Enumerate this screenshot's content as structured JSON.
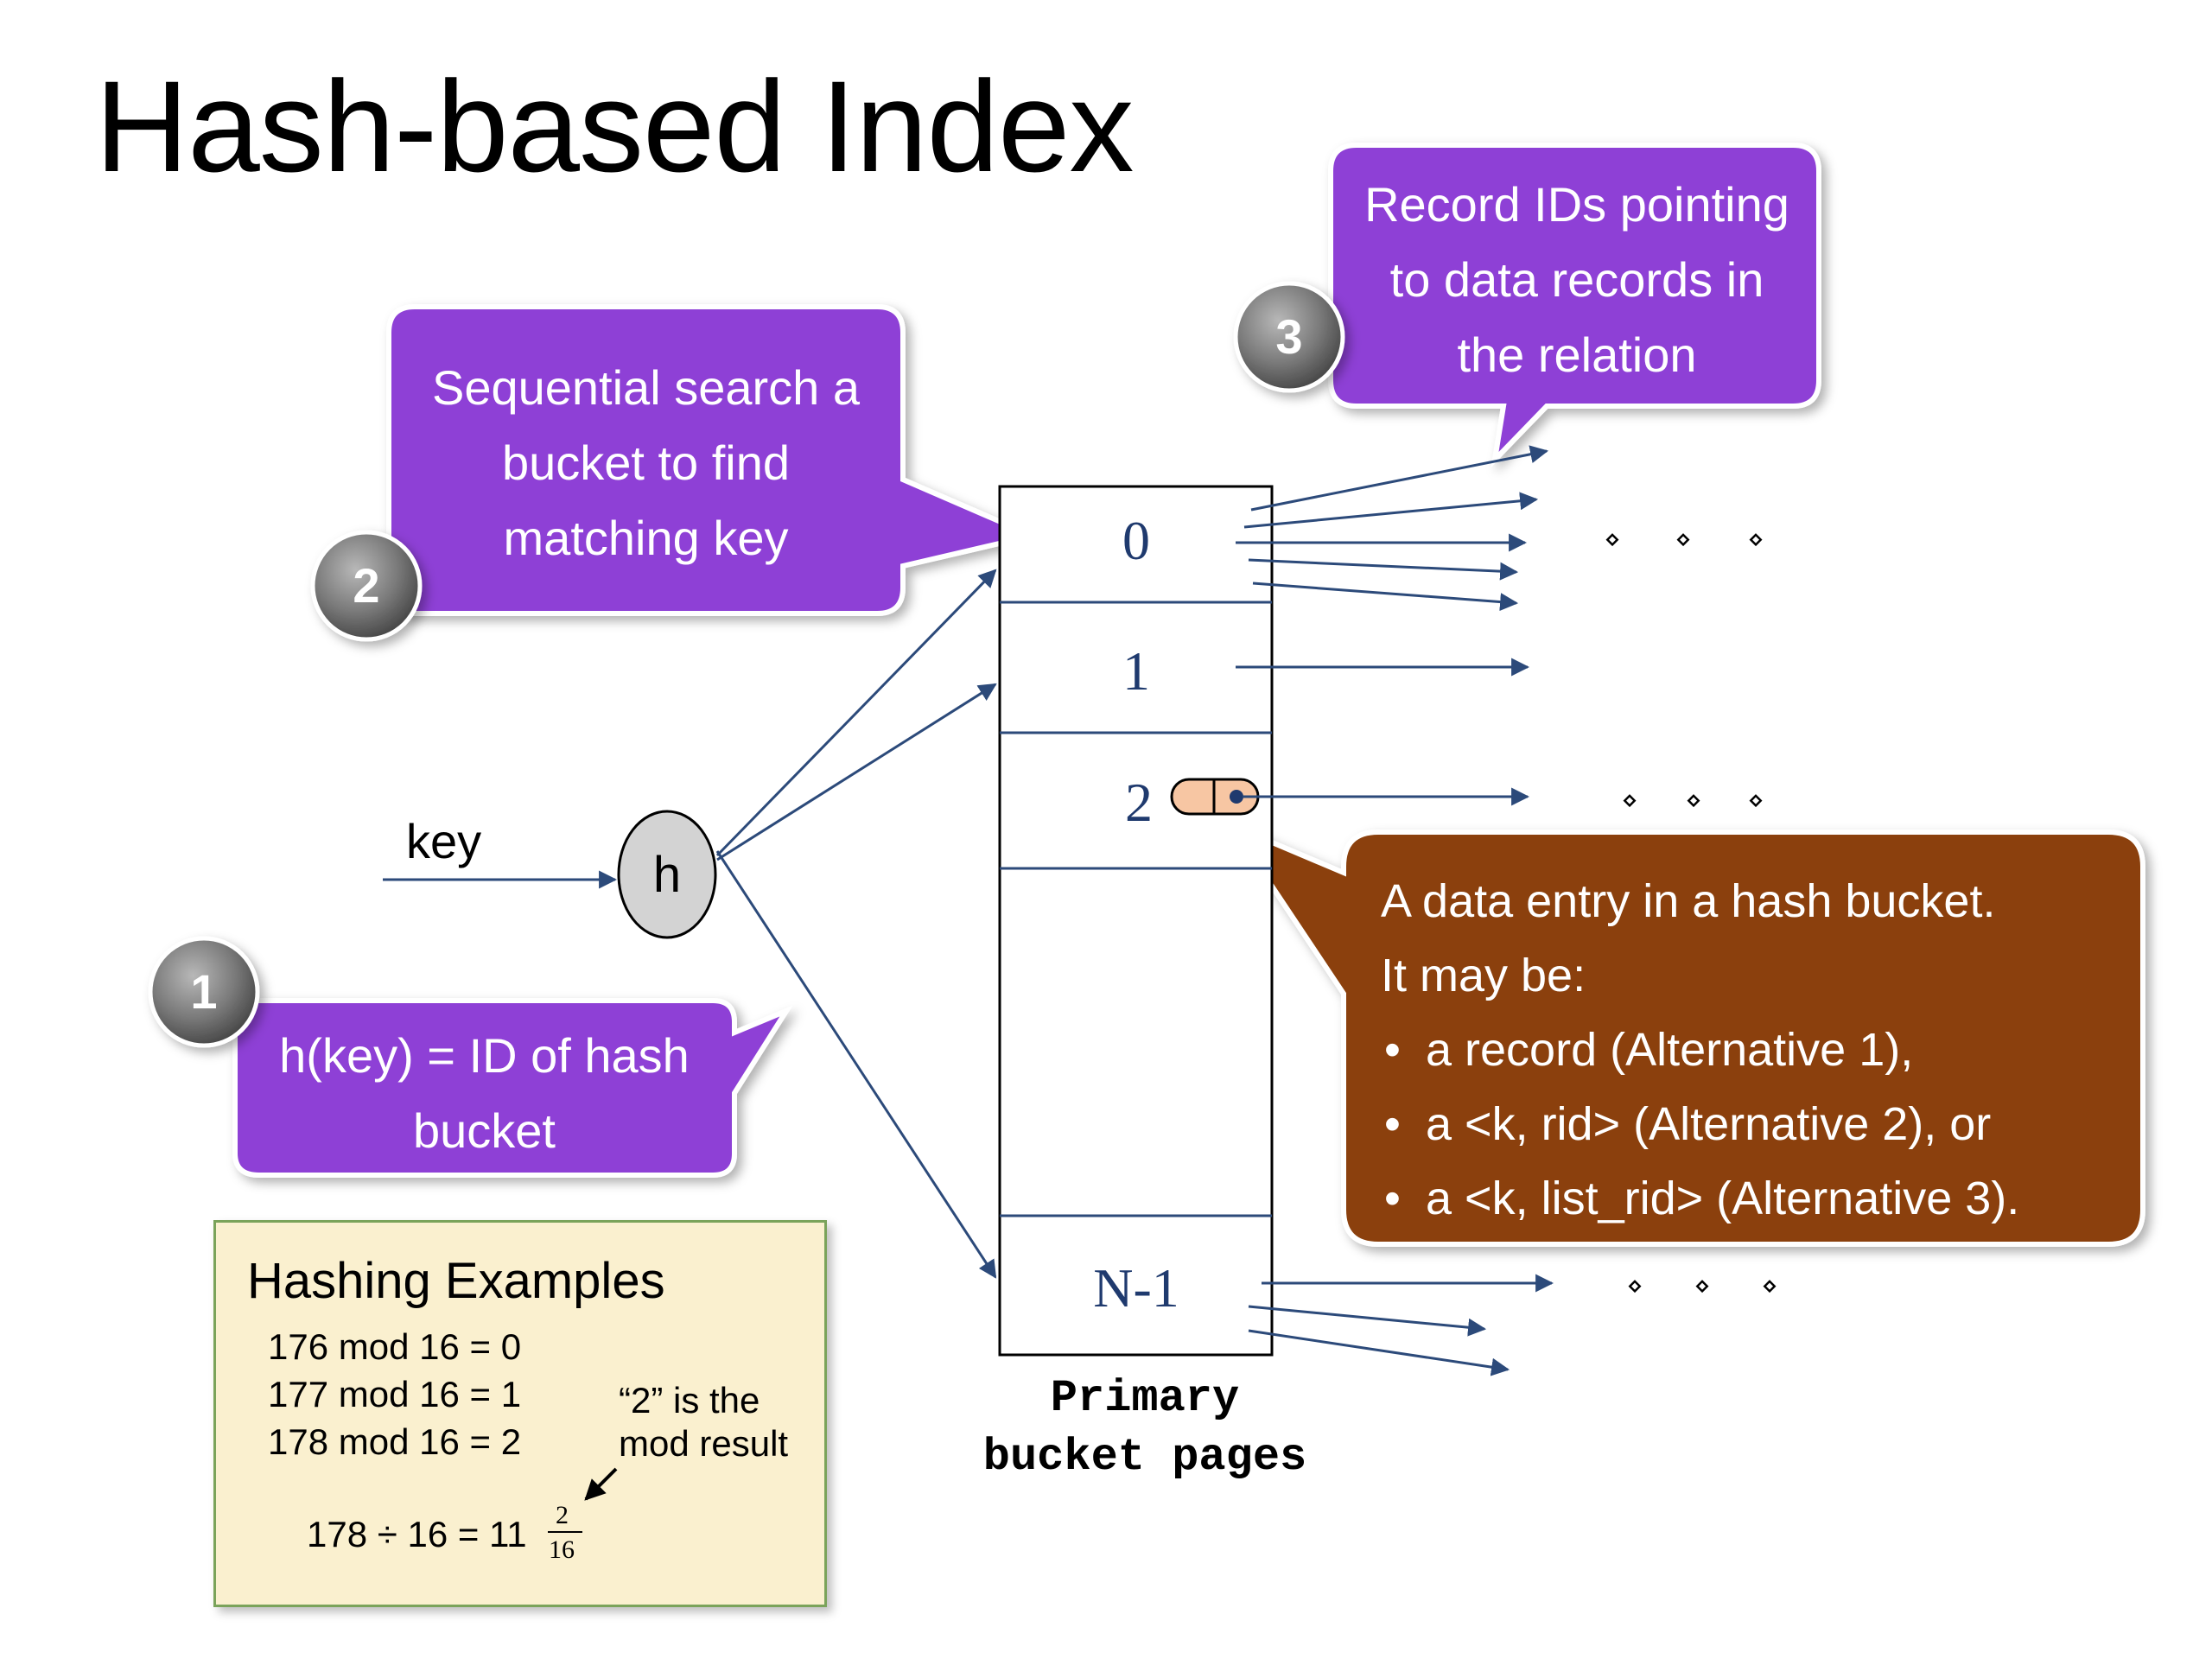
{
  "title": "Hash-based Index",
  "callouts": {
    "one": {
      "number": "1",
      "line1": "h(key) = ID of hash",
      "line2": "bucket"
    },
    "two": {
      "number": "2",
      "line1": "Sequential search a",
      "line2": "bucket to find",
      "line3": "matching key"
    },
    "three": {
      "number": "3",
      "line1": "Record IDs pointing",
      "line2": "to data records in",
      "line3": "the relation"
    },
    "data_entry": {
      "line1": "A data entry in a hash bucket.",
      "line2": "It may be:",
      "bullet_symbol": "•",
      "bullets": [
        "a record (Alternative 1),",
        "a <k, rid> (Alternative 2), or",
        "a  <k, list_rid> (Alternative 3)."
      ]
    }
  },
  "diagram": {
    "key_label": "key",
    "hash_label": "h",
    "buckets": [
      "0",
      "1",
      "2",
      "",
      "N-1"
    ],
    "bucket_caption_line1": "Primary",
    "bucket_caption_line2": "bucket pages",
    "ellipsis_symbol": "⋄"
  },
  "hashing_examples": {
    "title": "Hashing Examples",
    "rows": [
      "176 mod 16 =  0",
      "177 mod 16 =  1",
      "178 mod 16 =  2"
    ],
    "note_line1": "“2” is the",
    "note_line2": "mod result",
    "division": "178 ÷ 16 =  11",
    "fraction_numerator": "2",
    "fraction_denominator": "16"
  },
  "colors": {
    "purple": "#8e3fd6",
    "brown": "#8b4108",
    "badge_gray": "#7a7a7a",
    "arrow_blue": "#2c4a7a",
    "bucket_text": "#1f3a6e",
    "hash_node": "#d3d3d3",
    "entry_fill": "#f7c6a3",
    "examples_bg": "#faf0cf"
  }
}
